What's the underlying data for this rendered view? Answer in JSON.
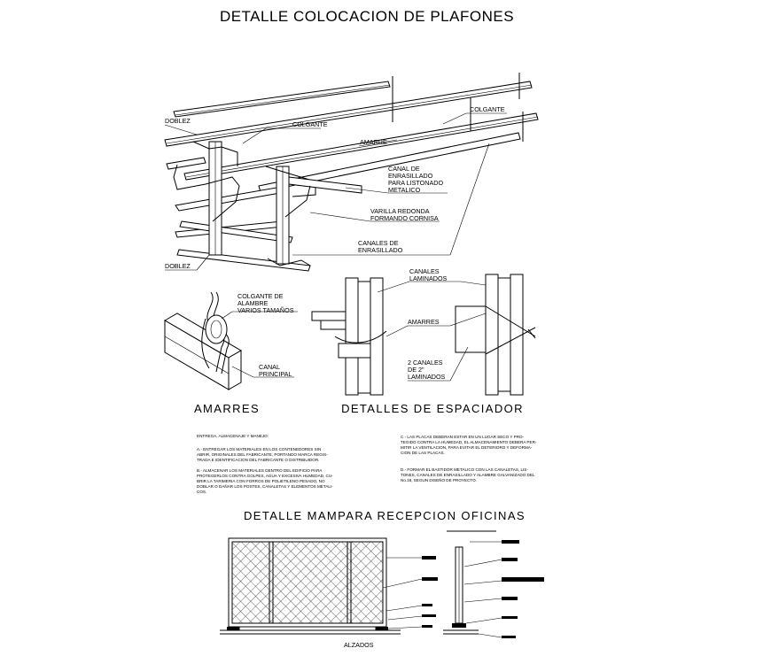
{
  "title": "DETALLE COLOCACION DE PLAFONES",
  "main_labels": {
    "doblez_top": "DOBLEZ",
    "colgante_1": "COLGANTE",
    "colgante_2": "COLGANTE",
    "amarre": "AMARRE",
    "canal_1": "CANAL DE",
    "canal_2": "ENRASILLADO",
    "canal_3": "PARA LISTONADO",
    "canal_4": "METALICO",
    "varilla_1": "VARILLA REDONDA",
    "varilla_2": "FORMANDO CORNISA",
    "canales_enr_1": "CANALES DE",
    "canales_enr_2": "ENRASILLADO",
    "doblez_bottom": "DOBLEZ"
  },
  "amarres_detail": {
    "colgante_1": "COLGANTE DE",
    "colgante_2": "ALAMBRE",
    "colgante_3": "VARIOS TAMAÑOS",
    "canal_1": "CANAL",
    "canal_2": "PRINCIPAL",
    "caption": "AMARRES"
  },
  "espaciador_detail": {
    "canales_lam_1": "CANALES",
    "canales_lam_2": "LAMINADOS",
    "amarres": "AMARRES",
    "dos_canales_1": "2 CANALES",
    "dos_canales_2": "DE 2\"",
    "dos_canales_3": "LAMINADOS",
    "caption": "DETALLES DE ESPACIADOR"
  },
  "notes": {
    "heading": "ENTREGA, ALMACENAJE Y MANEJO:",
    "a": [
      "A.- ENTREGAR LOS MATERIALES EN LOS CONTENEDORES SIN",
      "ABRIR, ORIGINALES DEL FABRICANTE, PORTANDO MARCA REGIS-",
      "TRADA E IDENTIFICACION DEL FABRICANTE O DISTRIBUIDOR."
    ],
    "b": [
      "B.- ALMACENAR LOS MATERIALES DENTRO DEL EDIFICIO PARA",
      "PROTEGERLOS CONTRA GOLPES, AGUA Y EXCESIVA HUMEDAD, CU-",
      "BRIR LA TARIMERIA CON FORROS DE POLIETILENO PESADO, NO",
      "DOBLAR O DAÑAR LOS POSTES, CANALETAS Y ELEMENTOS METALI-",
      "COS."
    ],
    "c": [
      "C.- LAS PLACAS DEBERAN ESTAR EN UN LUGAR SECO Y PRO-",
      "TEGIDO CONTRA LA HUMEDAD, EL ALMACENAMIENTO DEBERA PER-",
      "MITIR LA VENTILACION, PARA EVITAR EL DETERIORO Y DEFORMA-",
      "CION DE LAS PLACAS."
    ],
    "d": [
      "D.- FORMAR EL BASTIDOR METALICO CON LAS CANALETAS, LIS-",
      "TONES, CANALES DE ENRASILLADO Y ALAMBRE GALVANIZADO DEL",
      "No.18, SEGUN DISEÑO DE PROYECTO."
    ]
  },
  "mampara": {
    "title": "DETALLE MAMPARA RECEPCION OFICINAS",
    "alzados": "ALZADOS"
  }
}
